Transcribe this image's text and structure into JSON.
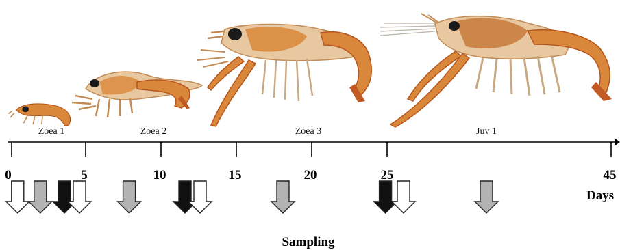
{
  "stages": [
    {
      "name": "Zoea 1"
    },
    {
      "name": "Zoea 2"
    },
    {
      "name": "Zoea 3"
    },
    {
      "name": "Juv 1"
    }
  ],
  "axis": {
    "ticks": [
      "0",
      "5",
      "10",
      "15",
      "20",
      "25",
      "45"
    ],
    "unit_label": "Days"
  },
  "sampling_label": "Sampling",
  "arrows": [
    {
      "day": 0.4,
      "type": "white"
    },
    {
      "day": 1.9,
      "type": "gray"
    },
    {
      "day": 3.5,
      "type": "black"
    },
    {
      "day": 4.5,
      "type": "white"
    },
    {
      "day": 7.8,
      "type": "gray"
    },
    {
      "day": 11.5,
      "type": "black"
    },
    {
      "day": 12.5,
      "type": "white"
    },
    {
      "day": 18.0,
      "type": "gray"
    },
    {
      "day": 24.8,
      "type": "black"
    },
    {
      "day": 26.0,
      "type": "white"
    },
    {
      "day": 31.5,
      "type": "gray"
    }
  ],
  "colors": {
    "white": "#ffffff",
    "gray": "#b3b3b3",
    "black": "#111111",
    "stroke": "#222222",
    "shrimp_body": "#d9873a",
    "shrimp_dark": "#b6541c",
    "shrimp_pale": "#e8c8a0"
  }
}
